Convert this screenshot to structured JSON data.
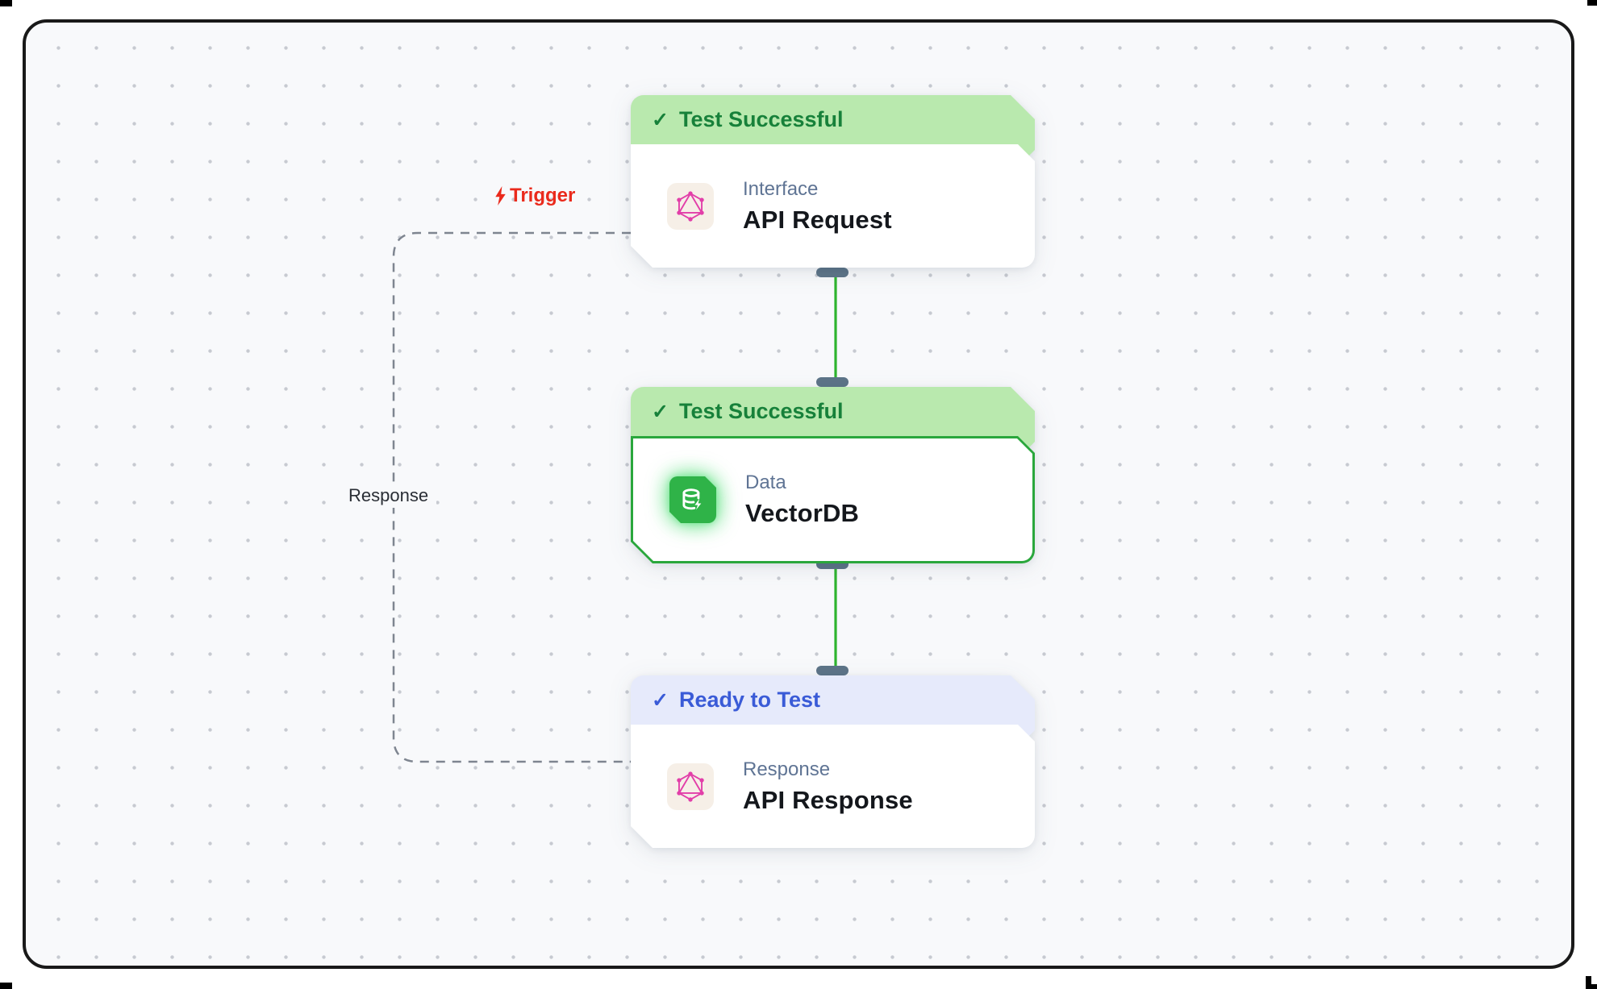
{
  "canvas": {
    "bg": "#f8f9fb",
    "dot_color": "#c7cad1",
    "frame_border_color": "#191919",
    "wire_color": "#2eb42e",
    "dashed_edge_color": "#7e8590",
    "handle_color": "#5d7488"
  },
  "glyphs": {
    "check": "✓"
  },
  "edges": {
    "trigger": {
      "label": "Trigger",
      "color": "#ea2a1c",
      "icon": "lightning-bolt-icon",
      "style": "dashed"
    },
    "response": {
      "label": "Response",
      "color": "#2a2e35",
      "style": "dashed"
    }
  },
  "nodes": [
    {
      "id": "api-request",
      "status": {
        "label": "Test Successful",
        "state": "success",
        "bg": "#b9e9ae",
        "text_color": "#17813a"
      },
      "category": "Interface",
      "title": "API Request",
      "icon": "graphql-icon",
      "icon_color": "#e23fa9",
      "icon_bg": "#f6efe7",
      "selected": false
    },
    {
      "id": "vectordb",
      "status": {
        "label": "Test Successful",
        "state": "success",
        "bg": "#b9e9ae",
        "text_color": "#17813a"
      },
      "category": "Data",
      "title": "VectorDB",
      "icon": "database-lightning-icon",
      "icon_color": "#ffffff",
      "icon_bg": "#2fb348",
      "selected": true,
      "selection_border_color": "#2aa73c"
    },
    {
      "id": "api-response",
      "status": {
        "label": "Ready to Test",
        "state": "ready",
        "bg": "#e6eafb",
        "text_color": "#3a5bd7"
      },
      "category": "Response",
      "title": "API Response",
      "icon": "graphql-icon",
      "icon_color": "#e23fa9",
      "icon_bg": "#f6efe7",
      "selected": false
    }
  ]
}
